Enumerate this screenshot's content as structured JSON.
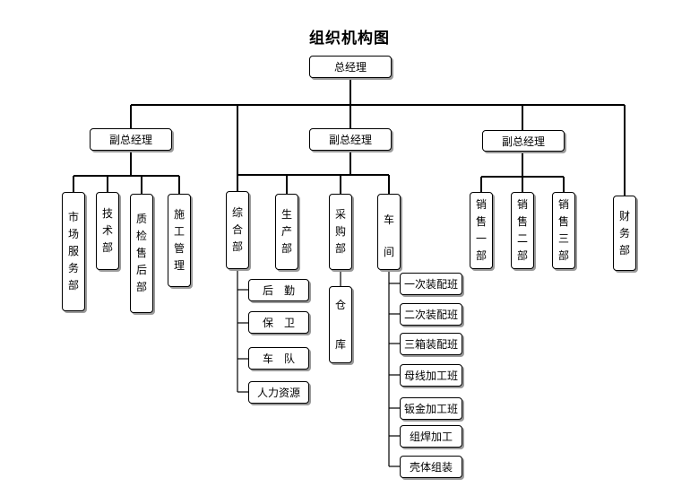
{
  "title": "组织机构图",
  "root": "总经理",
  "vp_left": "副总经理",
  "vp_mid": "副总经理",
  "vp_right": "副总经理",
  "dept": {
    "shichang": [
      "市",
      "场",
      "服",
      "务",
      "部"
    ],
    "jishu": [
      "技",
      "术",
      "部"
    ],
    "zhijian": [
      "质",
      "检",
      "售",
      "后",
      "部"
    ],
    "shigong": [
      "施",
      "工",
      "管",
      "理"
    ],
    "zonghe": [
      "综",
      "合",
      "部"
    ],
    "shengchan": [
      "生",
      "产",
      "部"
    ],
    "caigou": [
      "采",
      "购",
      "部"
    ],
    "cangku": [
      "仓",
      "库"
    ],
    "chejian": [
      "车",
      "间"
    ],
    "xiaoshou1": [
      "销",
      "售",
      "一",
      "部"
    ],
    "xiaoshou2": [
      "销",
      "售",
      "二",
      "部"
    ],
    "xiaoshou3": [
      "销",
      "售",
      "三",
      "部"
    ],
    "caiwu": [
      "财",
      "务",
      "部"
    ]
  },
  "zonghe_units": [
    "后　勤",
    "保　卫",
    "车　队",
    "人力资源"
  ],
  "chejian_units": [
    "一次装配班",
    "二次装配班",
    "三箱装配班",
    "母线加工班",
    "钣金加工班",
    "组焊加工",
    "壳体组装"
  ]
}
